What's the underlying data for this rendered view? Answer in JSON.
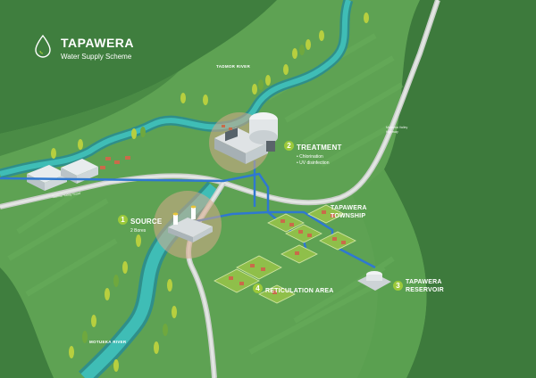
{
  "title": {
    "main": "TAPAWERA",
    "subtitle": "Water Supply Scheme",
    "icon": "water-drop-icon"
  },
  "rivers": {
    "tadmor": "TADMOR RIVER",
    "motueka": "MOTUEKA RIVER"
  },
  "roads": {
    "tadmor_valley": "Tadmor Valley Road",
    "motueka_valley": "Motueka Valley Highway"
  },
  "township": "TAPAWERA TOWNSHIP",
  "stages": [
    {
      "num": "1",
      "title": "SOURCE",
      "details": [
        "2 Bores"
      ]
    },
    {
      "num": "2",
      "title": "TREATMENT",
      "details": [
        "• Chlorination",
        "• UV disinfection"
      ]
    },
    {
      "num": "3",
      "title": "TAPAWERA RESERVOIR",
      "details": []
    },
    {
      "num": "4",
      "title": "RETICULATION AREA",
      "details": []
    }
  ],
  "colors": {
    "background_green": "#4f9a4a",
    "dark_green": "#3f7a3c",
    "river": "#2aa8a4",
    "pipe": "#2f78d0",
    "road": "#d8dcd8",
    "badge": "#9cc93a"
  }
}
